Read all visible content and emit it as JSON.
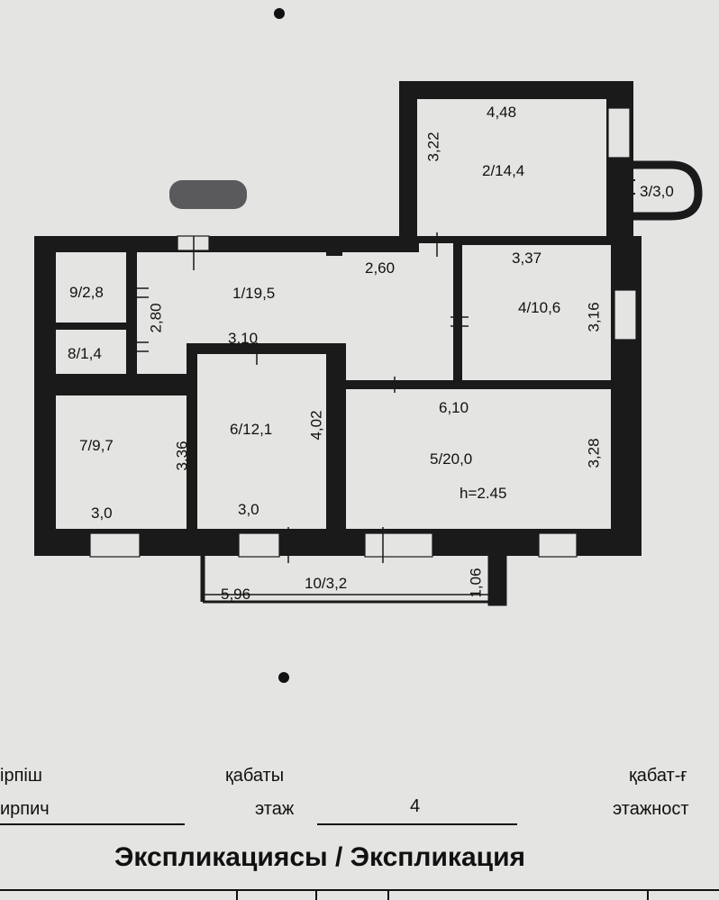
{
  "rooms": [
    {
      "id": "r1",
      "label": "1/19,5"
    },
    {
      "id": "r2",
      "label": "2/14,4"
    },
    {
      "id": "r3",
      "label": "3/3,0"
    },
    {
      "id": "r4",
      "label": "4/10,6"
    },
    {
      "id": "r5",
      "label": "5/20,0"
    },
    {
      "id": "r6",
      "label": "6/12,1"
    },
    {
      "id": "r7",
      "label": "7/9,7"
    },
    {
      "id": "r8",
      "label": "8/1,4"
    },
    {
      "id": "r9",
      "label": "9/2,8"
    },
    {
      "id": "r10",
      "label": "10/3,2"
    }
  ],
  "height_label": "h=2.45",
  "dimensions": {
    "d448": "4,48",
    "d322": "3,22",
    "d260": "2,60",
    "d337": "3,37",
    "d316": "3,16",
    "d280": "2,80",
    "d310": "3,10",
    "d402": "4,02",
    "d610": "6,10",
    "d328": "3,28",
    "d336": "3,36",
    "d30a": "3,0",
    "d30b": "3,0",
    "d596": "5,96",
    "d106": "1,06"
  },
  "footer": {
    "material_kz": "ірпіш",
    "material_ru": "ирпич",
    "floor_kz": "қабаты",
    "floor_ru": "этаж",
    "floor_value": "4",
    "storeys_kz": "қабат-ғ",
    "storeys_ru": "этажност",
    "title": "Экспликациясы / Экспликация"
  },
  "colors": {
    "paper": "#e4e4e2",
    "wall": "#1a1a1a",
    "ink": "#111111"
  }
}
